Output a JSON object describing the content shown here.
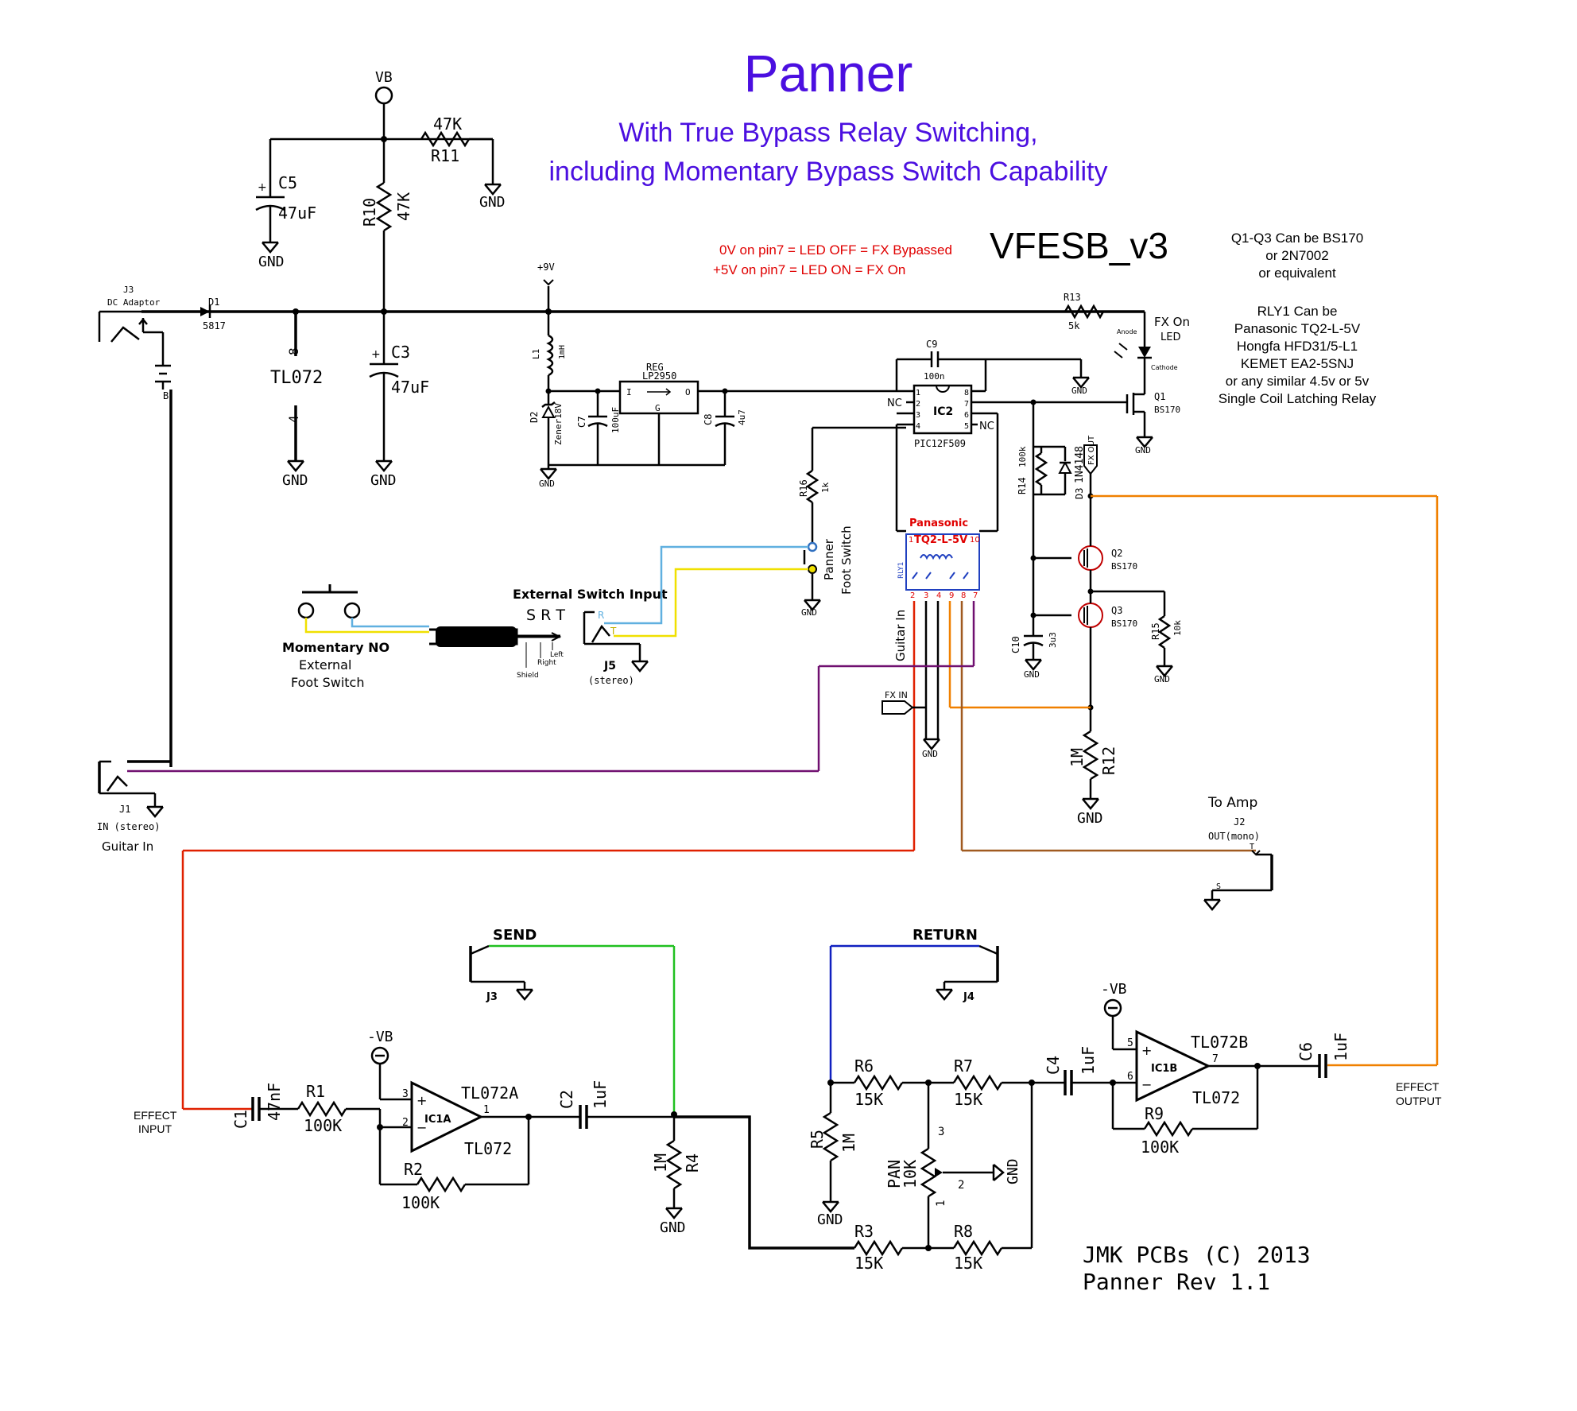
{
  "title": "Panner",
  "subtitle_1": "With True Bypass Relay Switching,",
  "subtitle_2": "including Momentary Bypass Switch Capability",
  "version": "VFESB_v3",
  "pin7_line1": "0V on pin7 =  LED OFF = FX Bypassed",
  "pin7_line2": "+5V on pin7 =  LED ON   = FX On",
  "notes": [
    "Q1-Q3 Can be BS170",
    "or 2N7002",
    "or equivalent",
    "",
    "RLY1 Can be",
    "Panasonic TQ2-L-5V",
    "Hongfa HFD31/5-L1",
    "KEMET EA2-5SNJ",
    "or any similar 4.5v or 5v",
    "Single Coil Latching Relay"
  ],
  "footer_1": "JMK PCBs (C) 2013",
  "footer_2": "Panner Rev 1.1",
  "colors": {
    "title": "#4B0FE0",
    "red_text": "#E00000",
    "red_wire": "#E02000",
    "orange_wire": "#F08000",
    "purple_wire": "#701070",
    "brown_wire": "#A05A20",
    "blue_wire": "#60B0E0",
    "yellow_wire": "#F0E000",
    "green_wire": "#20C020",
    "navy_wire": "#1020C0"
  },
  "labels": {
    "vb": "VB",
    "neg_vb": "-VB",
    "gnd": "GND",
    "plus9v": "+9V",
    "r11": "R11",
    "r11_val": "47K",
    "r10": "R10",
    "r10_val": "47K",
    "c5": "C5",
    "c5_val": "47uF",
    "c3": "C3",
    "c3_val": "47uF",
    "tl072": "TL072",
    "pin8": "8",
    "pin4": "4",
    "j3_dc": "J3",
    "dc_adaptor": "DC Adaptor",
    "d1": "D1",
    "d1_val": "5817",
    "batt_b": "B",
    "l1": "L1",
    "l1_val": "1mH",
    "d2": "D2",
    "d2_val": "Zener18V",
    "c7": "C7",
    "c7_val": "100uF",
    "reg": "REG",
    "reg_val": "LP2950",
    "reg_i": "I",
    "reg_o": "O",
    "reg_g": "G",
    "c8": "C8",
    "c8_val": "4u7",
    "c9": "C9",
    "c9_val": "100n",
    "r13": "R13",
    "r13_val": "5k",
    "fx_on": "FX On",
    "led": "LED",
    "anode": "Anode",
    "cathode": "Cathode",
    "q1": "Q1",
    "q1_val": "BS170",
    "q2": "Q2",
    "q2_val": "BS170",
    "q3": "Q3",
    "q3_val": "BS170",
    "ic2": "IC2",
    "ic2_val": "PIC12F509",
    "nc": "NC",
    "ic2_pins": [
      "1",
      "2",
      "3",
      "4",
      "8",
      "7",
      "6",
      "5"
    ],
    "r14": "R14",
    "r14_val": "100k",
    "d3": "D3",
    "d3_val": "1N4148",
    "fx_out": "FX OUT",
    "r16": "R16",
    "r16_val": "1k",
    "panner_fs": "Panner",
    "foot_switch": "Foot Switch",
    "relay_brand": "Panasonic",
    "relay_model": "TQ2-L-5V",
    "rly1": "RLY1",
    "relay_pins": [
      "1",
      "2",
      "3",
      "4",
      "9",
      "8",
      "10",
      "7"
    ],
    "guitar_in_v": "Guitar In",
    "c10": "C10",
    "c10_val": "3u3",
    "r15": "R15",
    "r15_val": "10k",
    "r12": "R12",
    "r12_val": "1M",
    "fx_in": "FX IN",
    "ext_switch": "External Switch Input",
    "srt": "S R T",
    "shield": "Shield",
    "right": "Right",
    "left": "Left",
    "j5": "J5",
    "j5_sub": "(stereo)",
    "jr": "R",
    "jt": "T",
    "momentary": "Momentary NO",
    "external": "External",
    "foot_switch_2": "Foot Switch",
    "j1": "J1",
    "j1_sub": "IN (stereo)",
    "guitar_in": "Guitar In",
    "to_amp": "To Amp",
    "j2": "J2",
    "j2_sub": "OUT(mono)",
    "t": "T",
    "s": "S",
    "send": "SEND",
    "return": "RETURN",
    "j3": "J3",
    "j4": "J4",
    "effect_input_1": "EFFECT",
    "effect_input_2": "INPUT",
    "effect_output_1": "EFFECT",
    "effect_output_2": "OUTPUT",
    "c1": "C1",
    "c1_val": "47nF",
    "r1": "R1",
    "r1_val": "100K",
    "r2": "R2",
    "r2_val": "100K",
    "ic1a": "IC1A",
    "tl072a": "TL072A",
    "tl072_b": "TL072",
    "c2": "C2",
    "c2_val": "1uF",
    "r4": "R4",
    "r4_val": "1M",
    "r5": "R5",
    "r5_val": "1M",
    "r6": "R6",
    "r6_val": "15K",
    "r7": "R7",
    "r7_val": "15K",
    "r3": "R3",
    "r3_val": "15K",
    "r8": "R8",
    "r8_val": "15K",
    "pan": "PAN",
    "pan_val": "10K",
    "pot_1": "1",
    "pot_2": "2",
    "pot_3": "3",
    "c4": "C4",
    "c4_val": "1uF",
    "ic1b": "IC1B",
    "tl072b": "TL072B",
    "tl072_c": "TL072",
    "r9": "R9",
    "r9_val": "100K",
    "c6": "C6",
    "c6_val": "1uF",
    "op_p3": "3",
    "op_p2": "2",
    "op_p1": "1",
    "op_p5": "5",
    "op_p6": "6",
    "op_p7": "7",
    "plus": "+",
    "minus": "−"
  }
}
